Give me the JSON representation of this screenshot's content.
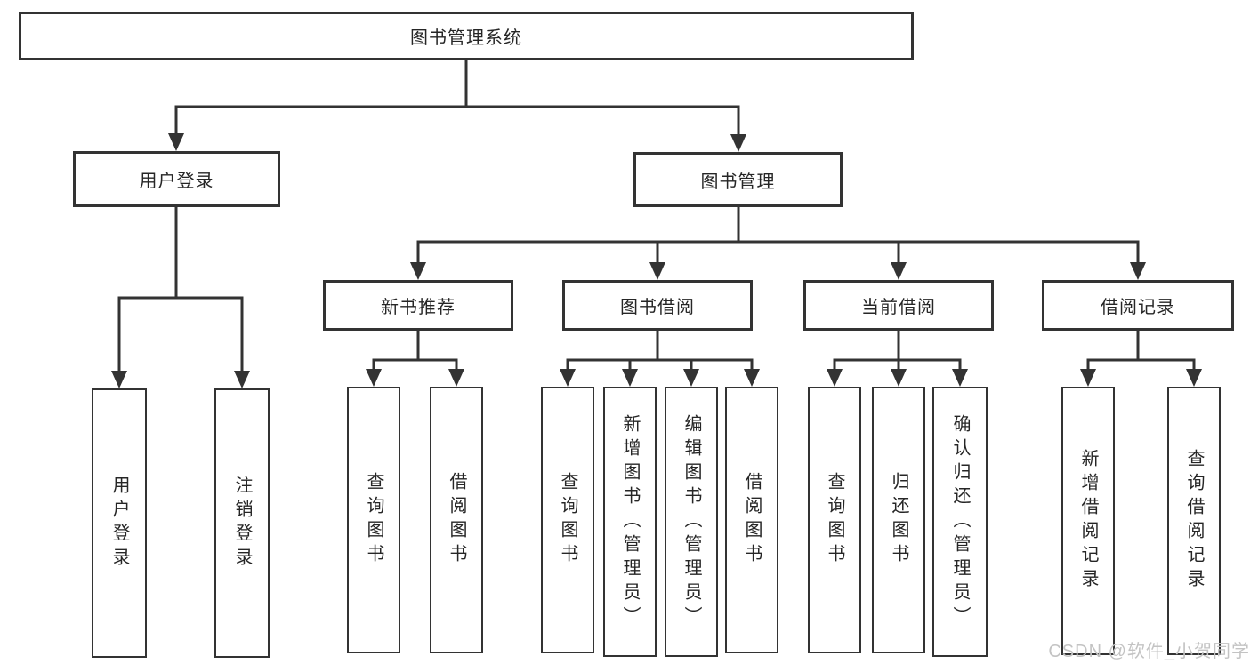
{
  "diagram": {
    "root": {
      "label": "图书管理系统"
    },
    "branches": [
      {
        "label": "用户登录",
        "children": [
          {
            "label": "用户登录"
          },
          {
            "label": "注销登录"
          }
        ]
      },
      {
        "label": "图书管理",
        "children": [
          {
            "label": "新书推荐",
            "children": [
              {
                "label": "查询图书"
              },
              {
                "label": "借阅图书"
              }
            ]
          },
          {
            "label": "图书借阅",
            "children": [
              {
                "label": "查询图书"
              },
              {
                "label": "新增图书（管理员）"
              },
              {
                "label": "编辑图书（管理员）"
              },
              {
                "label": "借阅图书"
              }
            ]
          },
          {
            "label": "当前借阅",
            "children": [
              {
                "label": "查询图书"
              },
              {
                "label": "归还图书"
              },
              {
                "label": "确认归还（管理员）"
              }
            ]
          },
          {
            "label": "借阅记录",
            "children": [
              {
                "label": "新增借阅记录"
              },
              {
                "label": "查询借阅记录"
              }
            ]
          }
        ]
      }
    ],
    "watermark": "CSDN @软件_小贺同学",
    "colors": {
      "line": "#333333",
      "text": "#262626",
      "background": "#ffffff",
      "box_background": "#ffffff",
      "watermark": "#c3c3c3"
    }
  }
}
